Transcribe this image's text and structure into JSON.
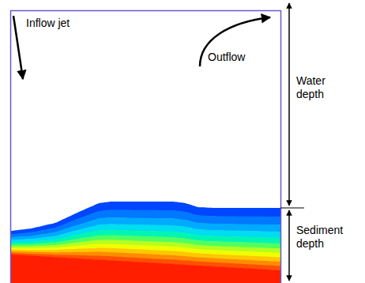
{
  "diagram": {
    "labels": [
      "Inflow jet",
      "Outflow",
      "Water depth",
      "Sediment depth"
    ]
  }
}
